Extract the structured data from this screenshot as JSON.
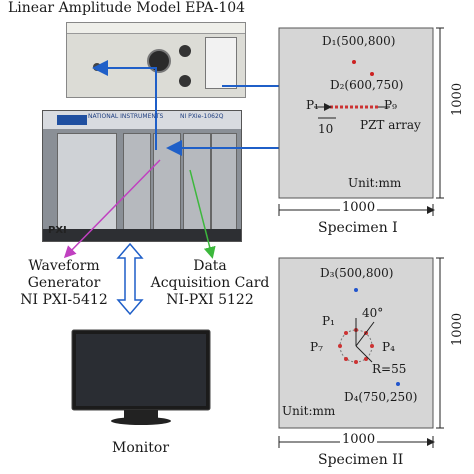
{
  "amplifier": {
    "title": "Linear Amplitude Model EPA-104"
  },
  "chassis": {
    "brand": "NATIONAL INSTRUMENTS",
    "model": "NI PXIe-1062Q",
    "slot_label": "PXI"
  },
  "labels": {
    "waveform_generator": [
      "Waveform",
      "Generator",
      "NI PXI-5412"
    ],
    "data_acquisition": [
      "Data",
      "Acquisition Card",
      "NI-PXI 5122"
    ],
    "monitor": "Monitor"
  },
  "specimen1": {
    "name": "Specimen I",
    "width_label": "1000",
    "height_label": "1000",
    "d1": "D₁(500,800)",
    "d2": "D₂(600,750)",
    "p1": "P₁",
    "p9": "P₉",
    "spacing": "10",
    "array_label": "PZT array",
    "unit": "Unit:mm"
  },
  "specimen2": {
    "name": "Specimen II",
    "width_label": "1000",
    "height_label": "1000",
    "d3": "D₃(500,800)",
    "d4": "D₄(750,250)",
    "p1": "P₁",
    "p7": "P₇",
    "p4": "P₄",
    "angle": "40°",
    "radius": "R=55",
    "unit": "Unit:mm"
  },
  "colors": {
    "plate": "#d6d6d6",
    "signal_arrow": "#1f5fc8",
    "waveform_arrow": "#c040c0",
    "acquisition_arrow": "#3cb83c",
    "damage_point": "#cc2222",
    "damage_point_blue": "#2255cc",
    "sensor": "#cc3333"
  }
}
